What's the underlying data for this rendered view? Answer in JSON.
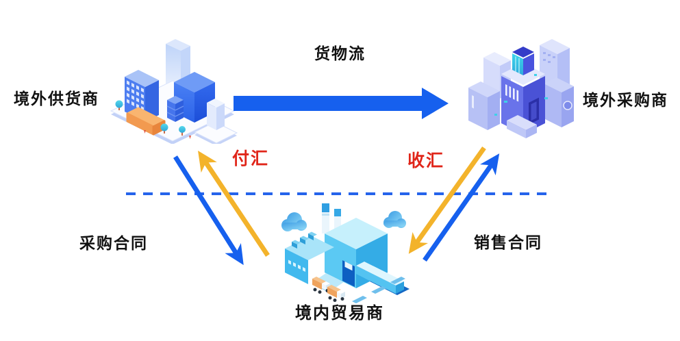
{
  "diagram": {
    "nodes": {
      "supplier": {
        "label": "境外供货商",
        "position": "top-left"
      },
      "purchaser": {
        "label": "境外采购商",
        "position": "top-right"
      },
      "trader": {
        "label": "境内贸易商",
        "position": "bottom-center"
      }
    },
    "flows": {
      "goods": {
        "label": "货物流",
        "from": "境外供货商",
        "to": "境外采购商",
        "style": "solid-blue-horizontal-arrow"
      },
      "payment": {
        "label": "付汇",
        "from": "境内贸易商",
        "to": "境外供货商",
        "style": "yellow-diagonal-arrow-up"
      },
      "receipt": {
        "label": "收汇",
        "from": "境外采购商",
        "to": "境内贸易商",
        "style": "yellow-diagonal-arrow-down"
      },
      "purchase_contract": {
        "label": "采购合同",
        "between": [
          "境外供货商",
          "境内贸易商"
        ],
        "style": "blue-diagonal-arrow-down"
      },
      "sales_contract": {
        "label": "销售合同",
        "between": [
          "境内贸易商",
          "境外采购商"
        ],
        "style": "blue-diagonal-arrow-up"
      }
    },
    "divider": {
      "style": "horizontal-dashed-line"
    }
  },
  "colors": {
    "arrow_blue": "#1660EE",
    "arrow_yellow": "#F3B32B",
    "flow_label_red": "#E02519",
    "text_black": "#111111",
    "dashed_line_blue": "#2563EB",
    "background": "#FFFFFF"
  }
}
